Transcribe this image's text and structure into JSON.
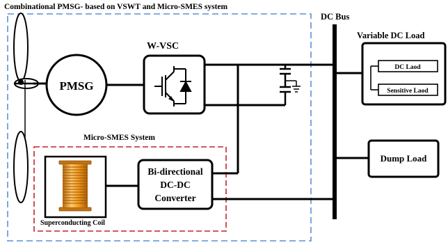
{
  "title": "Combinational PMSG- based on VSWT and Micro-SMES system",
  "labels": {
    "pmsg": "PMSG",
    "wvsc": "W-VSC",
    "dc_bus": "DC Bus",
    "variable_dc_load": "Variable DC Load",
    "dc_load": "DC Laod",
    "sensitive_load": "Sensitive  Laod",
    "dump_load": "Dump Load",
    "micro_smes_system": "Micro-SMES System",
    "converter_line1": "Bi-directional",
    "converter_line2": "DC-DC",
    "converter_line3": "Converter",
    "superconducting_coil": "Superconducting Coil"
  },
  "colors": {
    "outer_boundary": "#5b8fd6",
    "smes_boundary": "#c0242a",
    "coil_orange": "#f29a1e",
    "coil_dark": "#b86a0c",
    "coil_light": "#ffc768"
  }
}
